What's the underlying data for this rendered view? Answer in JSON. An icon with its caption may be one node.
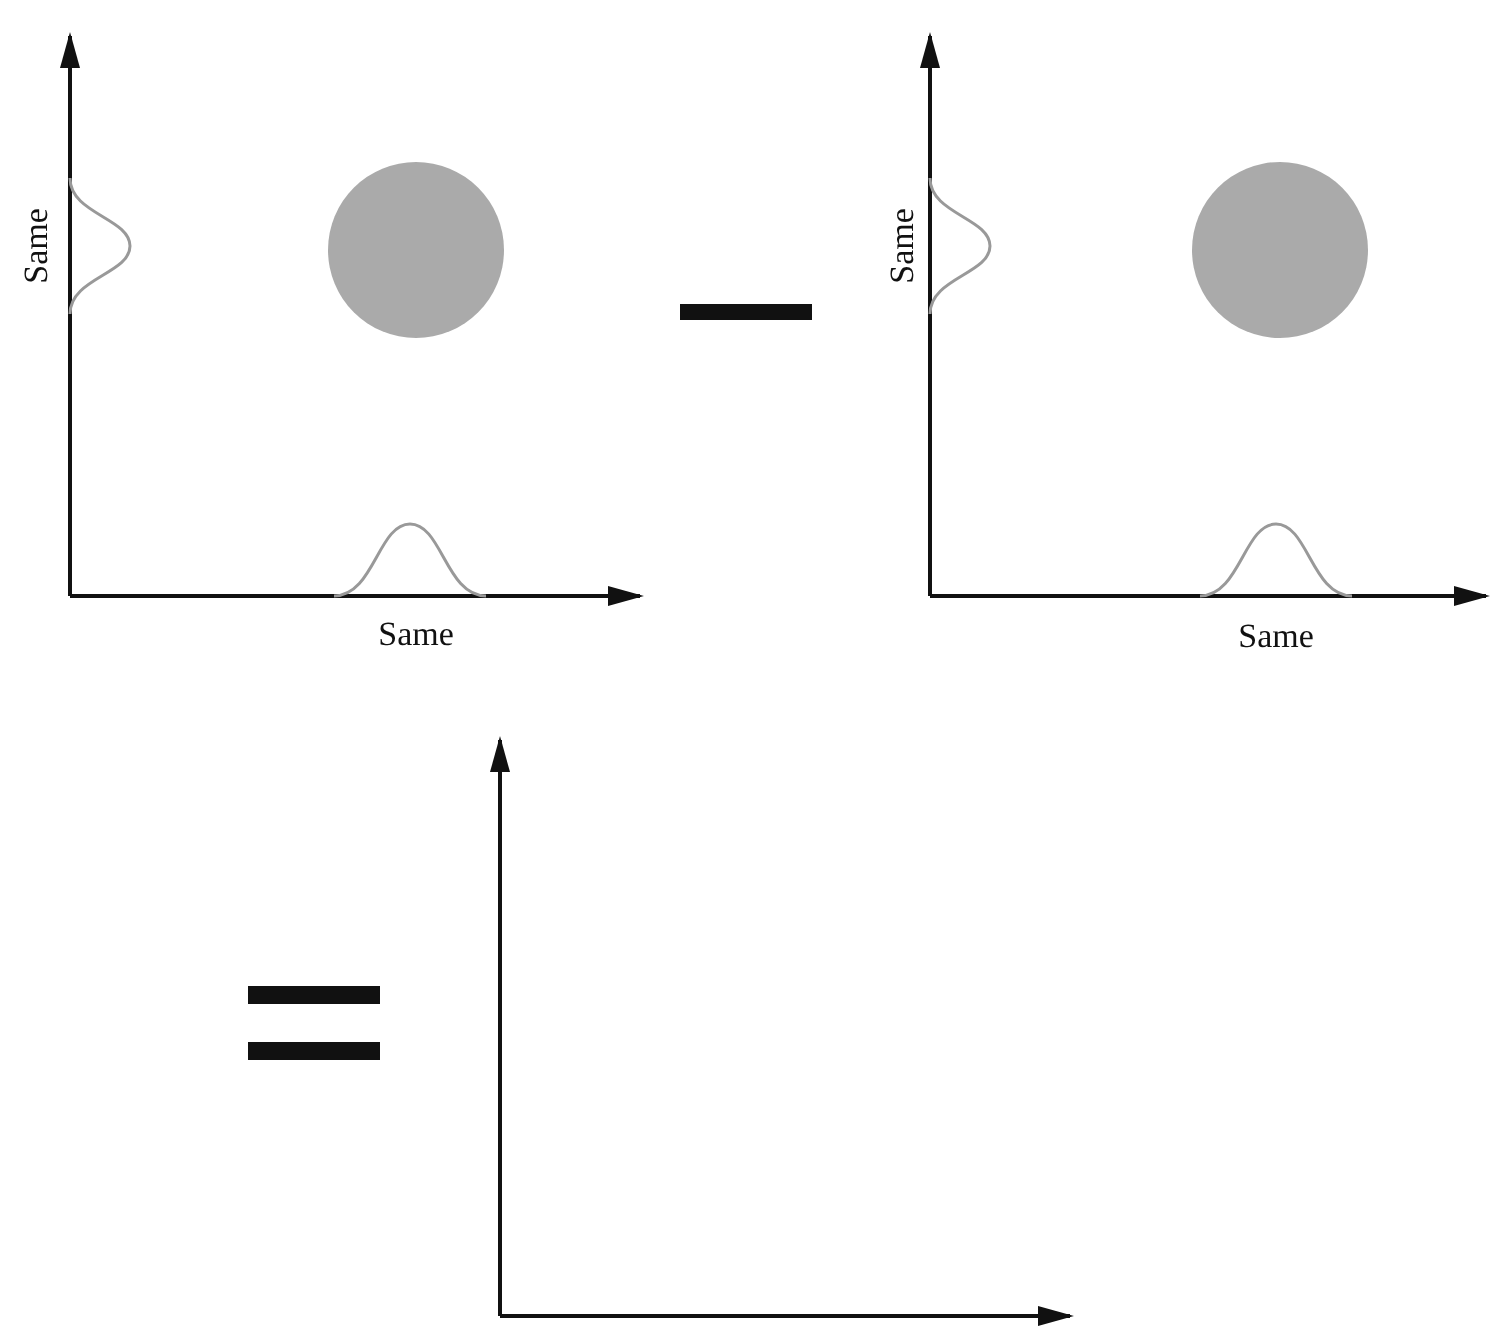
{
  "diagram": {
    "nodes": [
      {
        "text": [],
        "shape": "circle"
      },
      {
        "text": [],
        "shape": "circle"
      }
    ],
    "labels": [
      "Same",
      "Same",
      "Same",
      "Same"
    ]
  }
}
